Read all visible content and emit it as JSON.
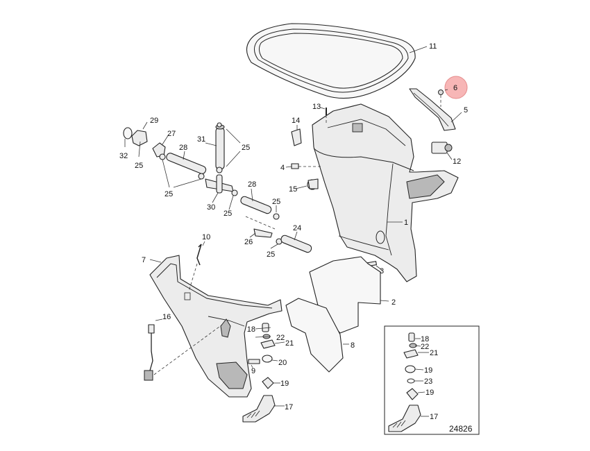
{
  "figure_id": "24826",
  "highlight_color": "#f7b6b6",
  "callouts": {
    "c1": "1",
    "c2": "2",
    "c3": "3",
    "c4": "4",
    "c5": "5",
    "c6": "6",
    "c7": "7",
    "c8": "8",
    "c9": "9",
    "c10": "10",
    "c11": "11",
    "c12": "12",
    "c13": "13",
    "c14": "14",
    "c15": "15",
    "c16": "16",
    "c17": "17",
    "c18": "18",
    "c19": "19",
    "c20": "20",
    "c21": "21",
    "c22": "22",
    "c24": "24",
    "c26": "26",
    "c27": "27",
    "c28a": "28",
    "c28b": "28",
    "c29": "29",
    "c30": "30",
    "c31": "31",
    "c32": "32",
    "c25a": "25",
    "c25b": "25",
    "c25c": "25",
    "c25d": "25",
    "c25e": "25",
    "c25f": "25",
    "inset18": "18",
    "inset22": "22",
    "inset21": "21",
    "inset19a": "19",
    "inset23": "23",
    "inset19b": "19",
    "inset17": "17"
  }
}
